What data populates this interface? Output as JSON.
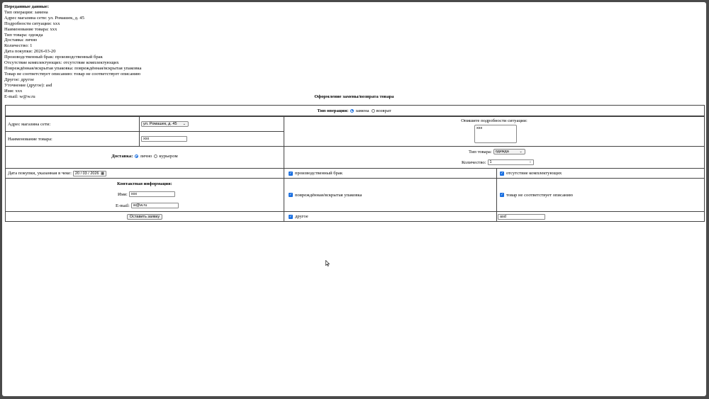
{
  "submitted": {
    "header": "Переданные данные:",
    "lines": [
      "Тип операции: замена",
      "Адрес магазина сети: ул. Ромашек, д. 45",
      "Подробности ситуации: xxx",
      "Наименование товара: xxx",
      "Тип товара: одежда",
      "Доставка: лично",
      "Количество: 1",
      "Дата покупки: 2026-03-20",
      "Производственный брак: производственный брак",
      "Отсутствие комплектующих: отсутствие комплектующих",
      "Повреждённая/вскрытая упаковка: повреждённая/вскрытая упаковка",
      "Товар не соответствует описанию: товар не соответствует описанию",
      "Другое: другое",
      "Уточнение (другое): asd",
      "Имя: xxx",
      "E-mail: w@w.ru"
    ]
  },
  "form": {
    "title": "Оформление замены/возврата товара",
    "operation": {
      "label": "Тип операции:",
      "options": [
        "замена",
        "возврат"
      ],
      "selected": "замена"
    },
    "store": {
      "label": "Адрес магазина сети:",
      "value": "ул. Ромашек, д. 45"
    },
    "product_name": {
      "label": "Наименование товара:",
      "value": "xxx"
    },
    "details": {
      "label": "Опишите подробности ситуации:",
      "value": "xxx"
    },
    "delivery": {
      "label": "Доставка:",
      "options": [
        "лично",
        "курьером"
      ],
      "selected": "лично"
    },
    "product_type": {
      "label": "Тип товара:",
      "value": "одежда"
    },
    "quantity": {
      "label": "Количество:",
      "value": "1"
    },
    "date": {
      "label": "Дата покупки, указанная в чеке:",
      "value": "20 / 03 / 2026"
    },
    "checks": {
      "defect": "производственный брак",
      "missing": "отсутствие комплектующих",
      "package": "повреждённая/вскрытая упаковка",
      "mismatch": "товар не соответствует описанию",
      "other": "другое"
    },
    "other_spec": {
      "value": "asd"
    },
    "contact": {
      "title": "Контактная информация:",
      "name_label": "Имя:",
      "name_value": "xxx",
      "email_label": "E-mail:",
      "email_value": "w@w.ru"
    },
    "submit_label": "Оставить заявку"
  }
}
